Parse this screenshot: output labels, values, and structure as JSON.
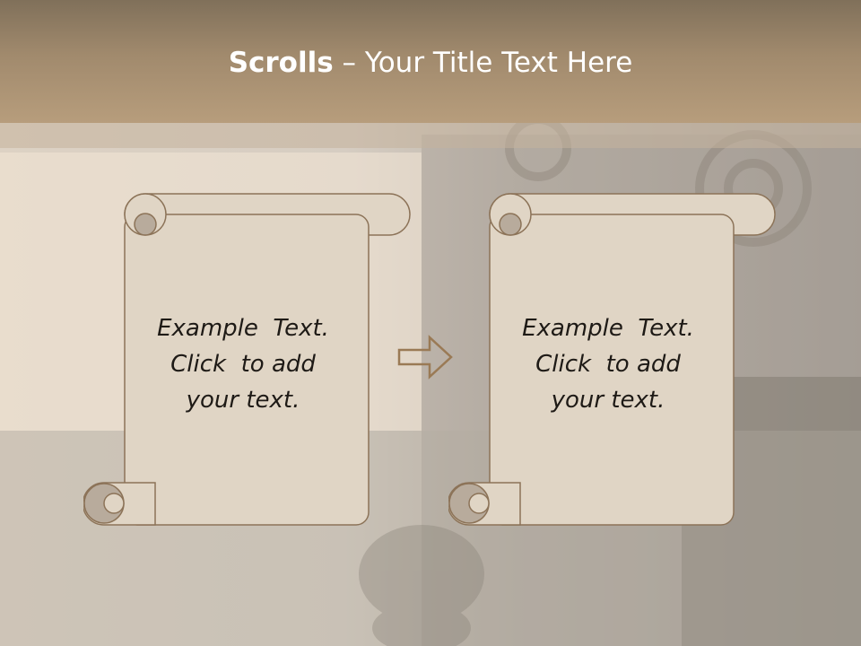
{
  "title": {
    "bold": "Scrolls",
    "rest": " – Your Title Text Here"
  },
  "scrolls": [
    {
      "lines": [
        "Example  Text.",
        "Click  to add",
        "your text."
      ]
    },
    {
      "lines": [
        "Example  Text.",
        "Click  to add",
        "your text."
      ]
    }
  ],
  "colors": {
    "title_bar": "#a18a6d",
    "scroll_fill": "#e0d5c5",
    "scroll_curl": "#b8ab9c",
    "scroll_stroke": "#8c7358",
    "arrow_stroke": "#9a7a55"
  }
}
